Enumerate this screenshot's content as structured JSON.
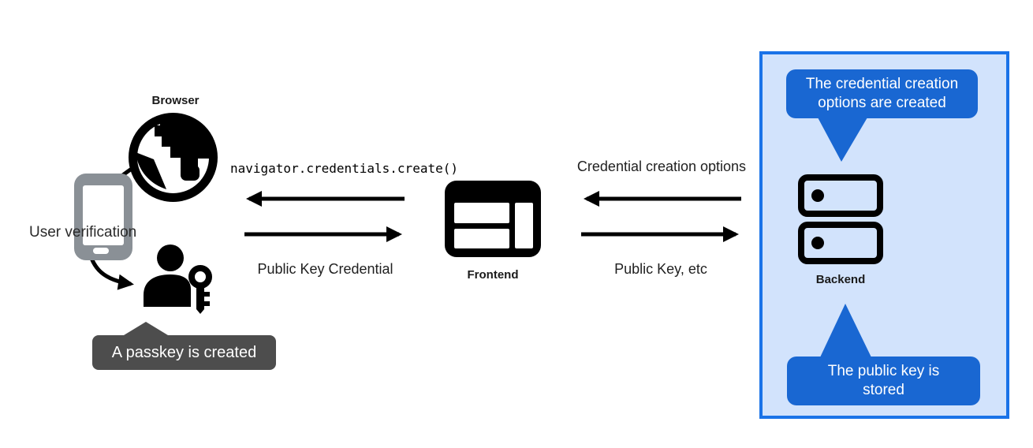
{
  "nodes": {
    "browser": "Browser",
    "frontend": "Frontend",
    "backend": "Backend"
  },
  "annotations": {
    "user_verification": "User verification",
    "passkey_tooltip": "A passkey is created",
    "backend_bubble_top": "The credential creation options are created",
    "backend_bubble_bottom": "The public key is stored"
  },
  "messages": {
    "frontend_to_browser_call": "navigator.credentials.create()",
    "browser_to_frontend": "Public Key Credential",
    "backend_to_frontend": "Credential creation options",
    "frontend_to_backend": "Public Key, etc"
  },
  "icons": {
    "browser": "globe-icon",
    "user_device": "smartphone-icon",
    "user": "person-with-key-icon",
    "frontend": "browser-window-icon",
    "backend": "server-icon"
  },
  "colors": {
    "accent_blue": "#1967d2",
    "box_border_blue": "#1a73e8",
    "box_fill": "#d2e3fc",
    "tooltip_gray": "#4d4d4d",
    "phone_gray": "#8a9096",
    "arrow_ink": "#000000",
    "bubble_text": "#ffffff"
  }
}
